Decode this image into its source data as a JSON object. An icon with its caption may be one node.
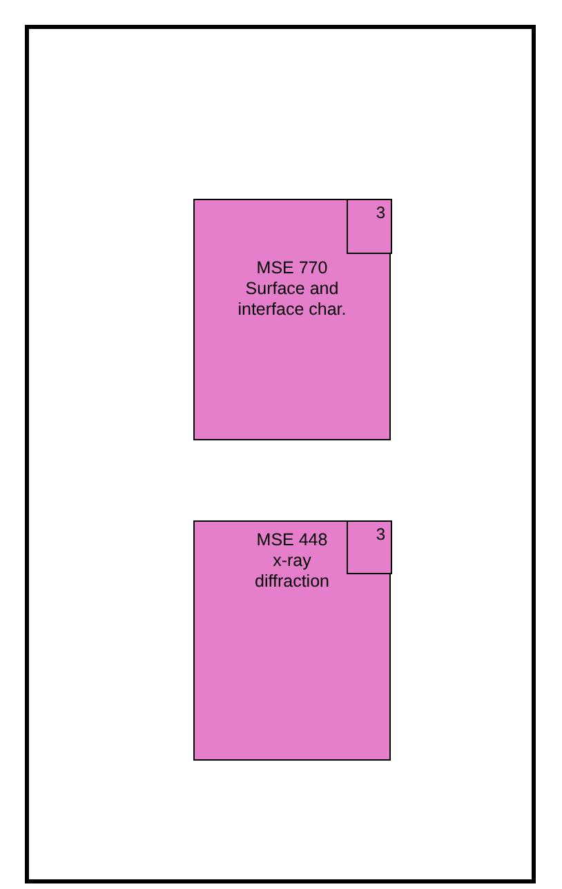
{
  "diagram": {
    "nodes": [
      {
        "text": [],
        "shape": "box"
      },
      {
        "text": [
          "MSE 770 Surface and interface char."
        ],
        "in": 0
      },
      {
        "text": [
          "3"
        ],
        "in": 1
      },
      {
        "text": [
          "MSE 448 x-ray diffraction"
        ],
        "in": 0
      },
      {
        "text": [
          "3"
        ],
        "in": 3
      }
    ]
  }
}
